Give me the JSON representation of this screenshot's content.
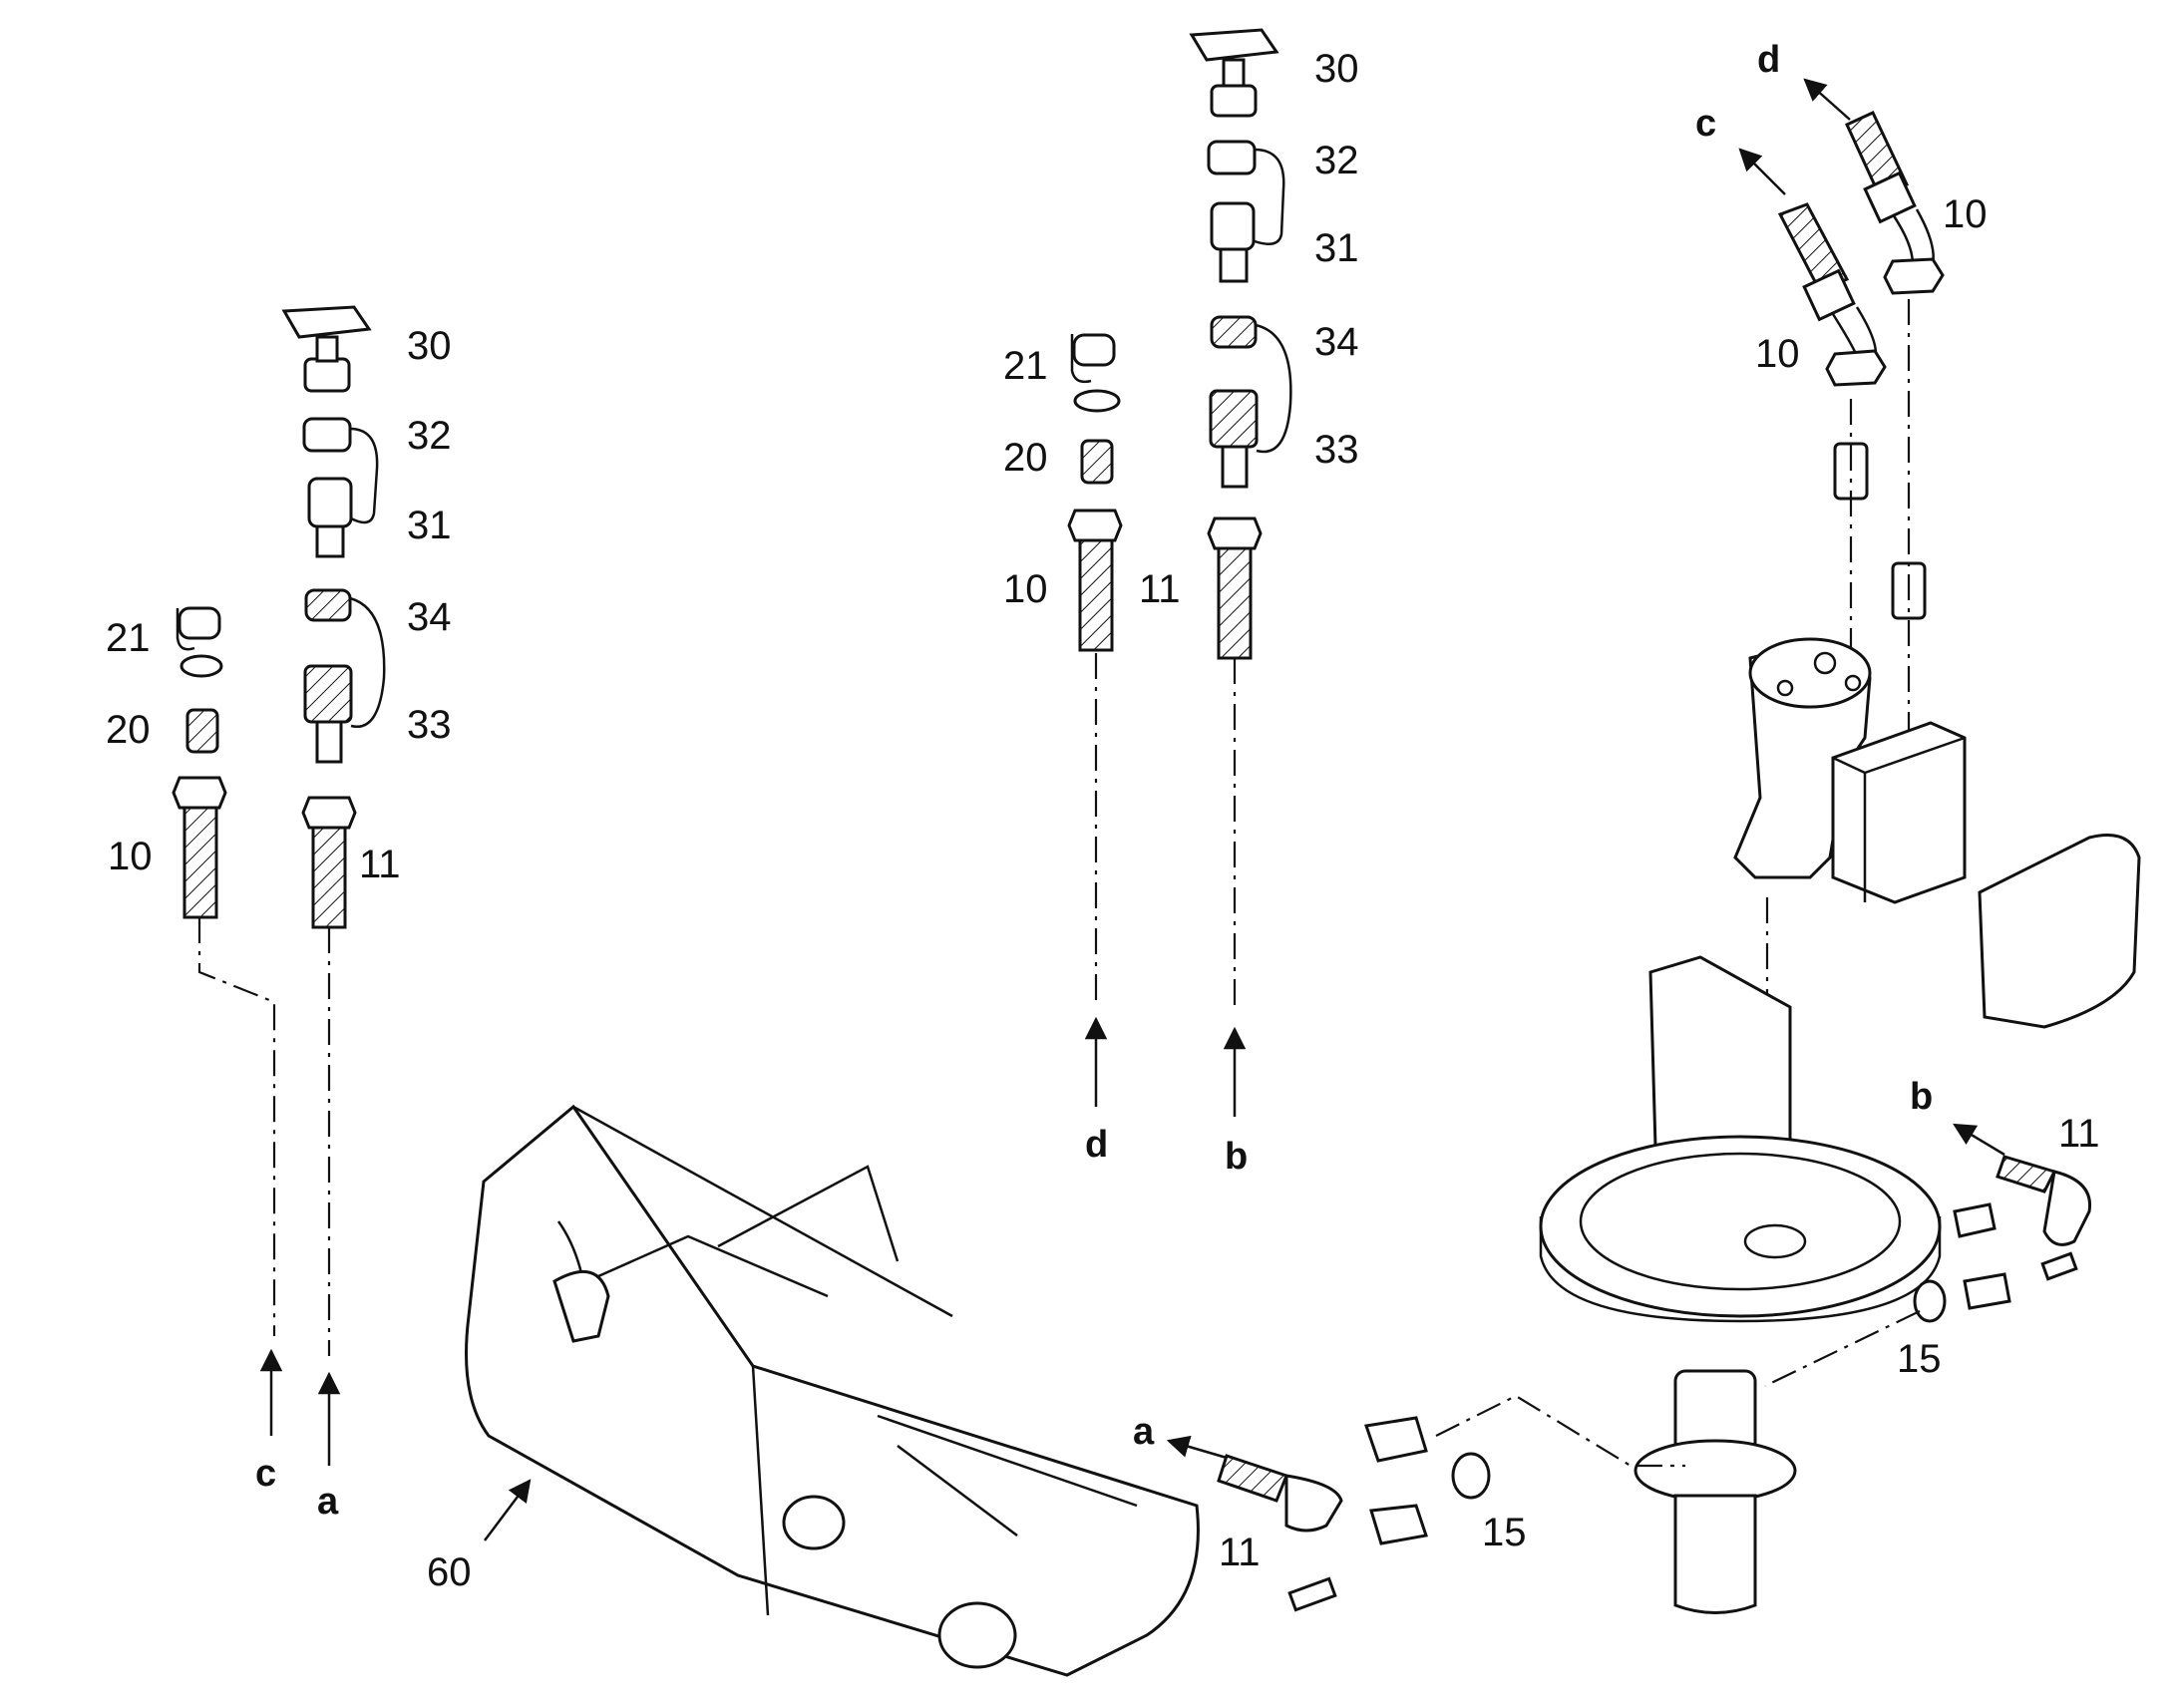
{
  "labels": {
    "left_30": "30",
    "left_32": "32",
    "left_31": "31",
    "left_34": "34",
    "left_33": "33",
    "left_21": "21",
    "left_20": "20",
    "left_10": "10",
    "left_11": "11",
    "mid_30": "30",
    "mid_32": "32",
    "mid_31": "31",
    "mid_34": "34",
    "mid_33": "33",
    "mid_21": "21",
    "mid_20": "20",
    "mid_10": "10",
    "mid_11": "11",
    "right_10_a": "10",
    "right_10_b": "10",
    "right_11": "11",
    "right_15": "15",
    "bottom_11": "11",
    "bottom_15": "15",
    "bottom_60": "60"
  },
  "letters": {
    "left_c": "c",
    "left_a": "a",
    "mid_d": "d",
    "mid_b": "b",
    "top_c": "c",
    "top_d": "d",
    "right_b": "b",
    "bottom_a": "a"
  },
  "colors": {
    "line": "#111111",
    "background": "#ffffff"
  }
}
